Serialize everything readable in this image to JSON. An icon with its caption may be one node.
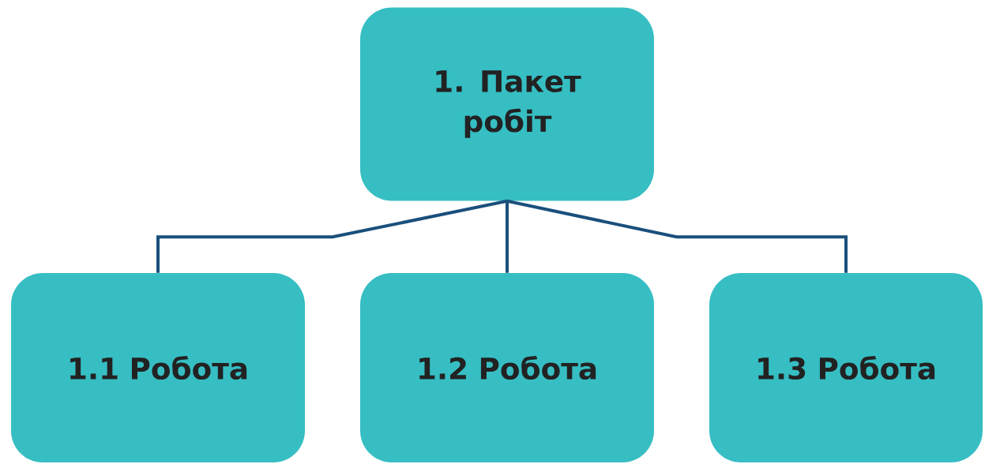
{
  "diagram": {
    "nodes": [
      {
        "text": [
          "1. Пакет робіт"
        ]
      },
      {
        "text": [
          "1.1 Робота"
        ]
      },
      {
        "text": [
          "1.2 Робота"
        ]
      },
      {
        "text": [
          "1.3 Робота"
        ]
      }
    ],
    "edges": [
      {
        "from": 0,
        "to": 1,
        "arrow": "none"
      },
      {
        "from": 0,
        "to": 2,
        "arrow": "none"
      },
      {
        "from": 0,
        "to": 3,
        "arrow": "none"
      }
    ]
  }
}
